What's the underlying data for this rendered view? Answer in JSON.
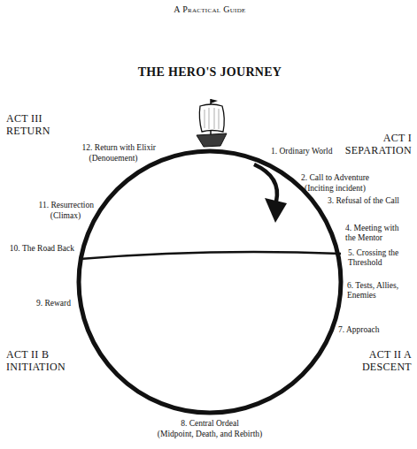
{
  "diagram": {
    "title": "THE HERO'S JOURNEY",
    "labels": [
      "A Practical Guide",
      "ACT I",
      "SEPARATION",
      "ACT II A",
      "DESCENT",
      "ACT II B",
      "INITIATION",
      "ACT III",
      "RETURN",
      "1. Ordinary World",
      "2. Call to Adventure",
      "(Inciting incident)",
      "3. Refusal of the Call",
      "4. Meeting with the Mentor",
      "5. Crossing the Threshold",
      "6. Tests, Allies, Enemies",
      "7. Approach",
      "8. Central Ordeal",
      "(Midpoint, Death, and Rebirth)",
      "9. Reward",
      "10. The Road Back",
      "11. Resurrection",
      "(Climax)",
      "12. Return with Elixir",
      "(Denouement)"
    ]
  }
}
